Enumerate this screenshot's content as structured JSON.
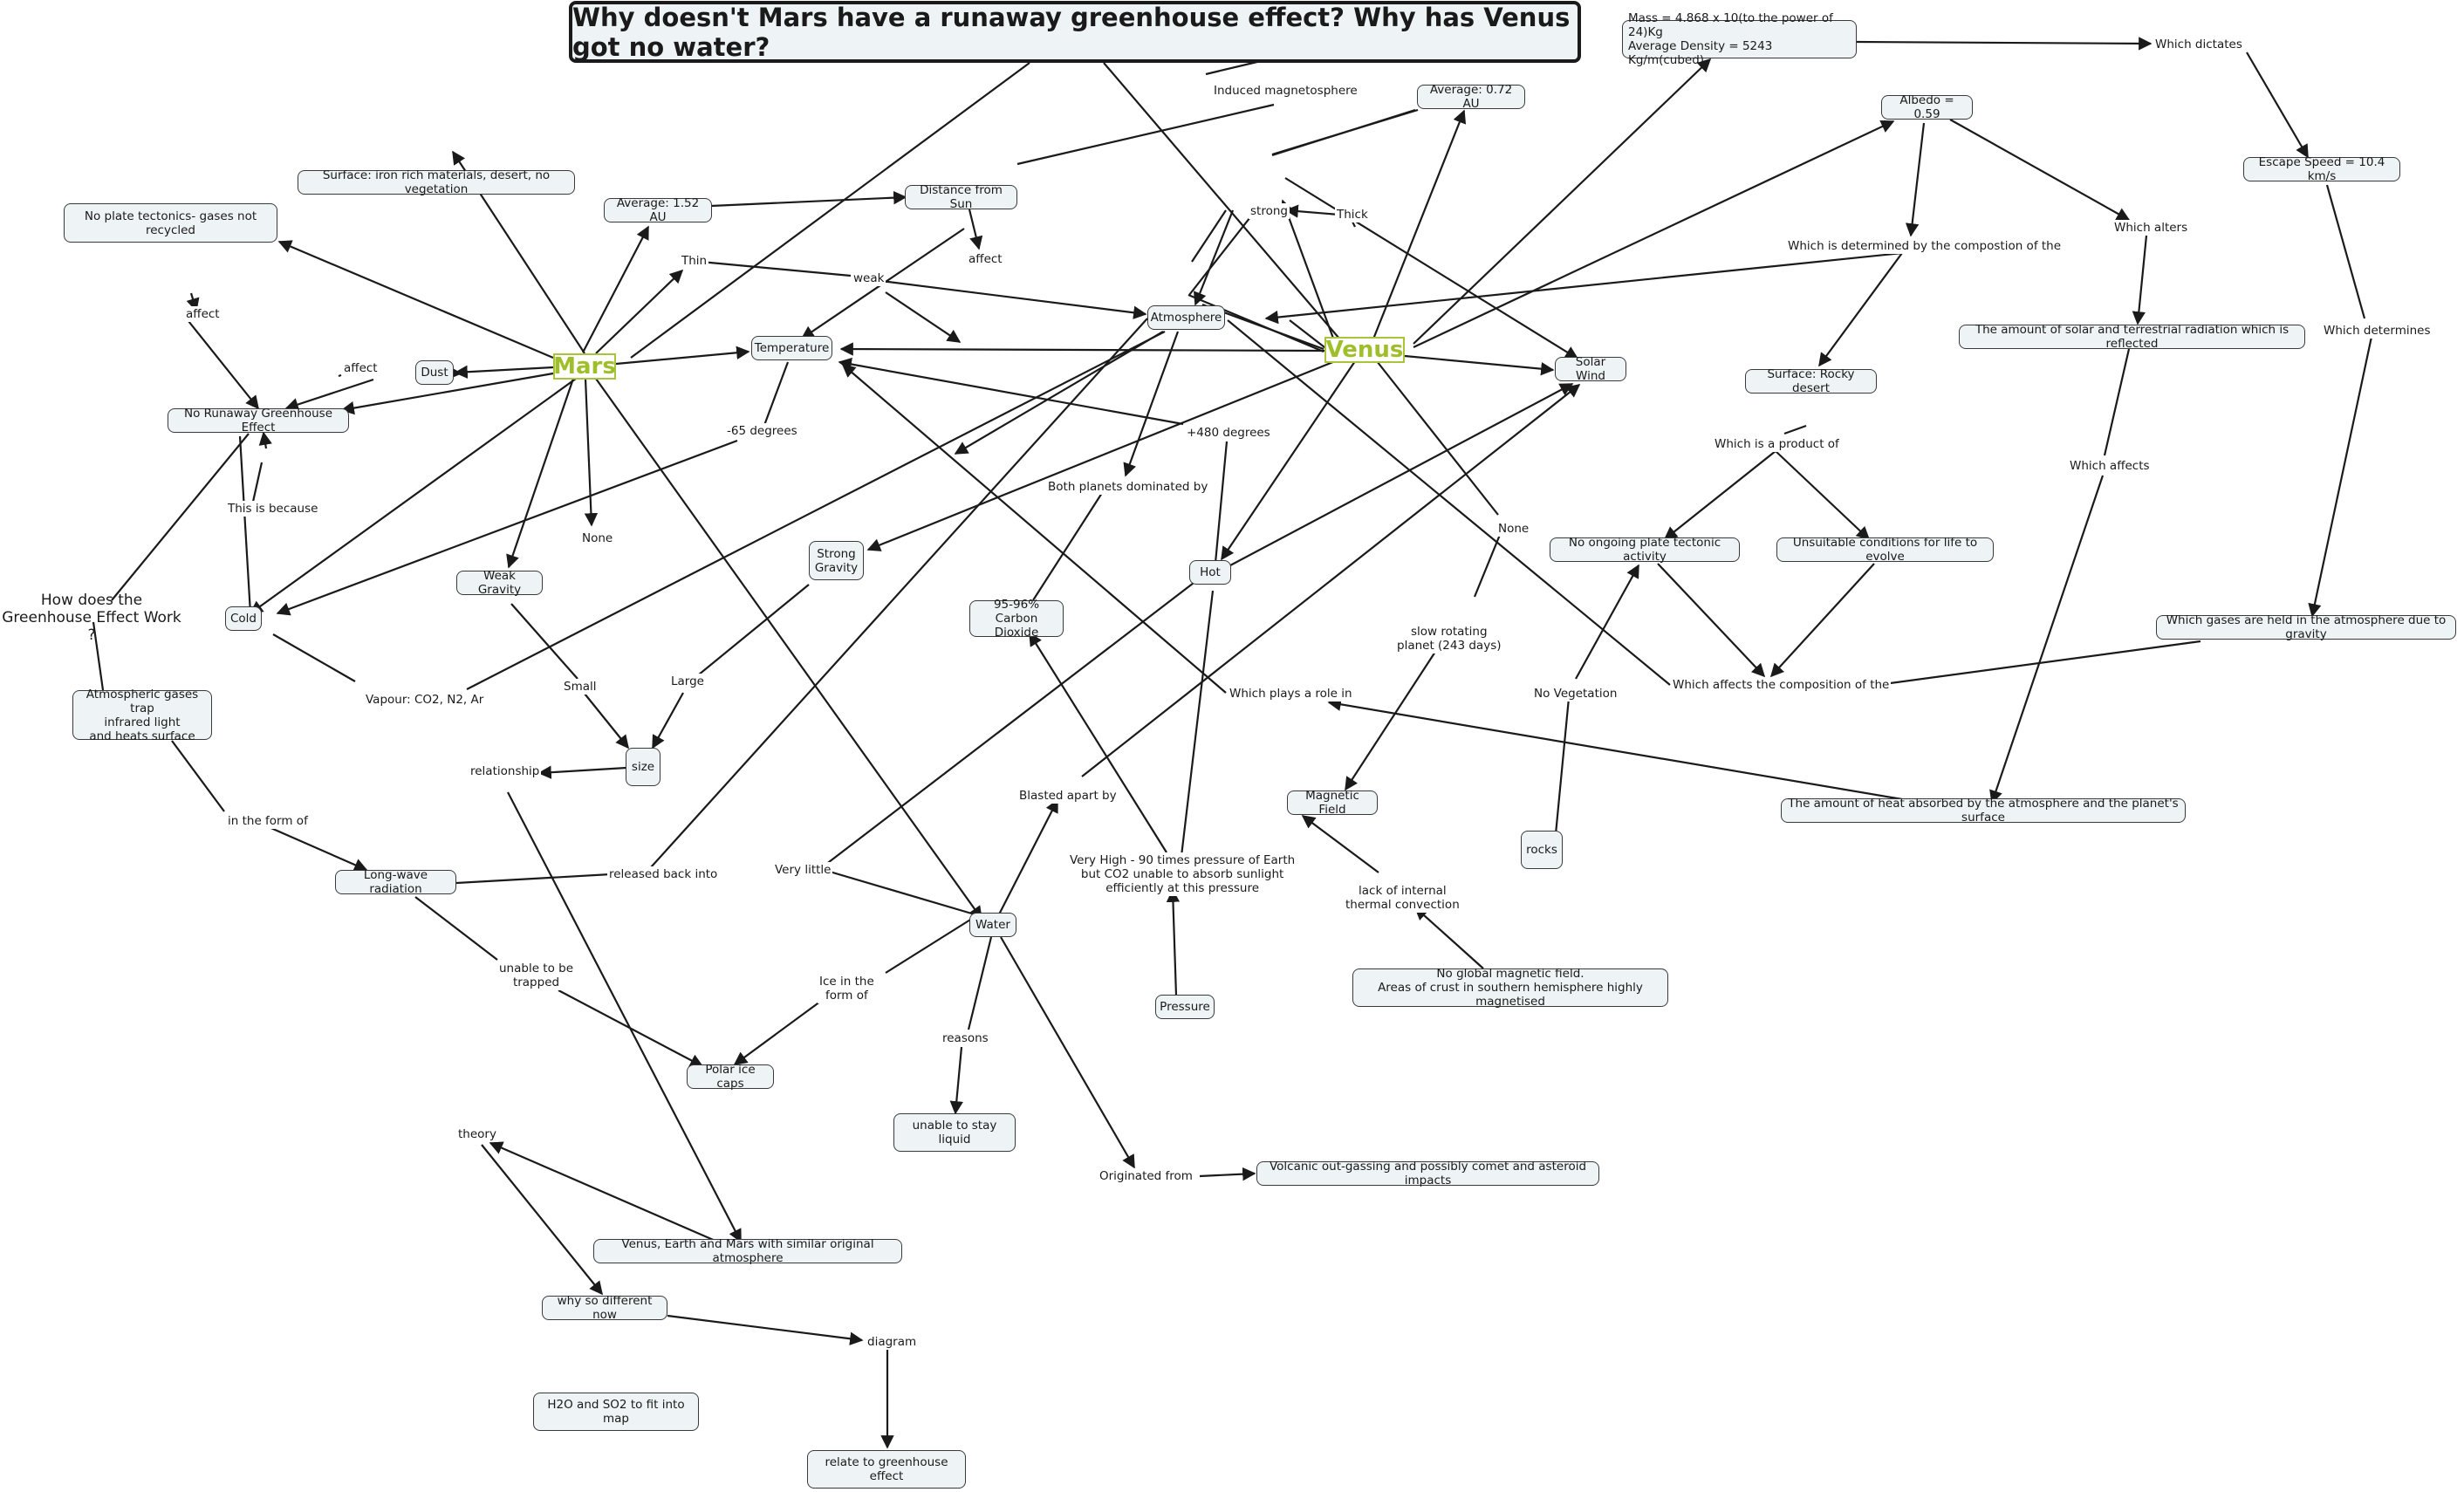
{
  "title": "Why doesn't Mars have a runaway greenhouse effect? Why has Venus got no water?",
  "planets": {
    "mars": "Mars",
    "venus": "Venus"
  },
  "concepts": {
    "mass_density": "Mass = 4.868 x 10(to the power of 24)Kg\nAverage Density = 5243 Kg/m(cubed)",
    "average_072": "Average: 0.72 AU",
    "albedo": "Albedo = 0.59",
    "escape_speed": "Escape Speed = 10.4 km/s",
    "surface_iron": "Surface: iron rich materials, desert, no vegetation",
    "average_152": "Average: 1.52 AU",
    "distance_from_sun": "Distance from Sun",
    "no_plate_tectonics": "No plate tectonics- gases not recycled",
    "atmosphere": "Atmosphere",
    "temperature": "Temperature",
    "dust": "Dust",
    "solar_wind": "Solar Wind",
    "amount_radiation_reflected": "The amount of solar and terrestrial radiation which is reflected",
    "surface_rocky": "Surface: Rocky desert",
    "no_runaway": "No Runaway Greenhouse Effect",
    "strong_gravity": "Strong\nGravity",
    "weak_gravity": "Weak Gravity",
    "hot": "Hot",
    "no_ongoing_tectonic": "No ongoing plate tectonic activity",
    "unsuitable_life": "Unsuitable conditions for life to evolve",
    "cold": "Cold",
    "carbon_dioxide": "95-96%\nCarbon Dioxide",
    "gases_held": "Which gases are held in the atmosphere due to gravity",
    "atmospheric_gases_trap": "Atmospheric gases trap\ninfrared light\nand heats surface",
    "size": "size",
    "magnetic_field": "Magnetic Field",
    "amount_heat_absorbed": "The amount of heat absorbed by the atmosphere and the planet's surface",
    "rocks": "rocks",
    "long_wave": "Long-wave radiation",
    "water": "Water",
    "no_global_magnetic": "No global magnetic field.\nAreas of crust in southern hemisphere highly magnetised",
    "pressure": "Pressure",
    "polar_ice": "Polar ice caps",
    "unable_liquid": "unable to stay liquid",
    "volcanic": "Volcanic out-gassing and possibly comet and asteroid impacts",
    "similar_atmosphere": "Venus, Earth and Mars with similar original atmosphere",
    "why_different": "why so different now",
    "h2o_so2": "H2O and SO2 to fit into map",
    "relate_greenhouse": "relate to greenhouse effect"
  },
  "labels": {
    "which_dictates": "Which dictates",
    "induced_magnetosphere": "Induced magnetosphere",
    "strong": "strong",
    "thick": "Thick",
    "which_alters": "Which alters",
    "thin": "Thin",
    "affect_top": "affect",
    "weak": "weak",
    "which_determined": "Which is determined by the compostion of the",
    "affect_left": "affect",
    "affect_dust": "affect",
    "which_determines": "Which determines",
    "minus_65": "-65 degrees",
    "plus_480": "+480 degrees",
    "which_product": "Which is a product of",
    "which_affects": "Which affects",
    "both_planets": "Both planets dominated by",
    "none_mars": "None",
    "none_venus": "None",
    "this_is_because": "This is because",
    "how_greenhouse": "How does the\nGreenhouse Effect Work ?",
    "slow_rotating": "slow rotating\nplanet (243 days)",
    "small": "Small",
    "large": "Large",
    "which_plays": "Which plays a role in",
    "no_vegetation": "No Vegetation",
    "which_affects_comp": "Which affects the composition of the",
    "vapour": "Vapour: CO2, N2, Ar",
    "relationship": "relationship",
    "blasted_apart": "Blasted apart by",
    "in_form_of": "in the form of",
    "very_high": "Very High - 90 times pressure of Earth\nbut CO2 unable to absorb sunlight\nefficiently at this pressure",
    "released_back": "released back into",
    "very_little": "Very little",
    "lack_internal": "lack of internal\nthermal convection",
    "unable_trapped": "unable to be\ntrapped",
    "ice_form": "Ice in the\nform of",
    "reasons": "reasons",
    "theory": "theory",
    "originated_from": "Originated from",
    "diagram": "diagram"
  }
}
